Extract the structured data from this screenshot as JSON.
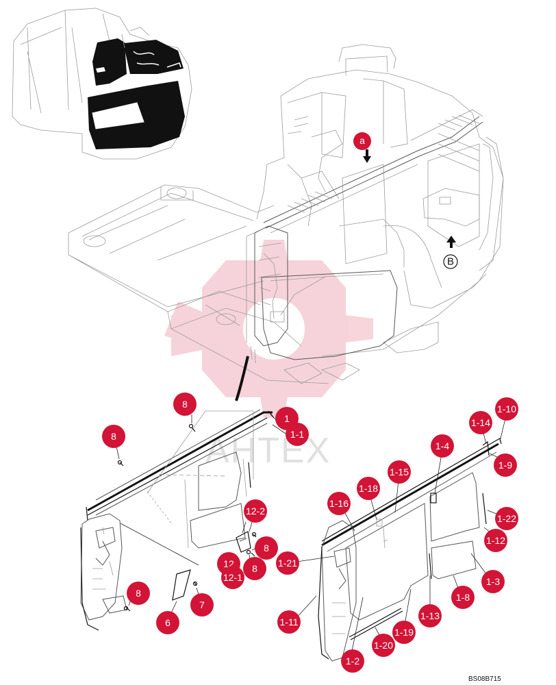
{
  "figure_code": "BS08B715",
  "watermark_text": "AHTEX",
  "view_markers": {
    "a": "a",
    "b": "B"
  },
  "callouts": {
    "c_1": "1",
    "c_1_1": "1-1",
    "c_1_2": "1-2",
    "c_1_3": "1-3",
    "c_1_4": "1-4",
    "c_1_8": "1-8",
    "c_1_9": "1-9",
    "c_1_10": "1-10",
    "c_1_11": "1-11",
    "c_1_12": "1-12",
    "c_1_13": "1-13",
    "c_1_14": "1-14",
    "c_1_15": "1-15",
    "c_1_16": "1-16",
    "c_1_18": "1-18",
    "c_1_19": "1-19",
    "c_1_20": "1-20",
    "c_1_21": "1-21",
    "c_1_22": "1-22",
    "c_6": "6",
    "c_7": "7",
    "c_8": "8",
    "c_12": "12",
    "c_12_1": "12-1",
    "c_12_2": "12-2"
  }
}
